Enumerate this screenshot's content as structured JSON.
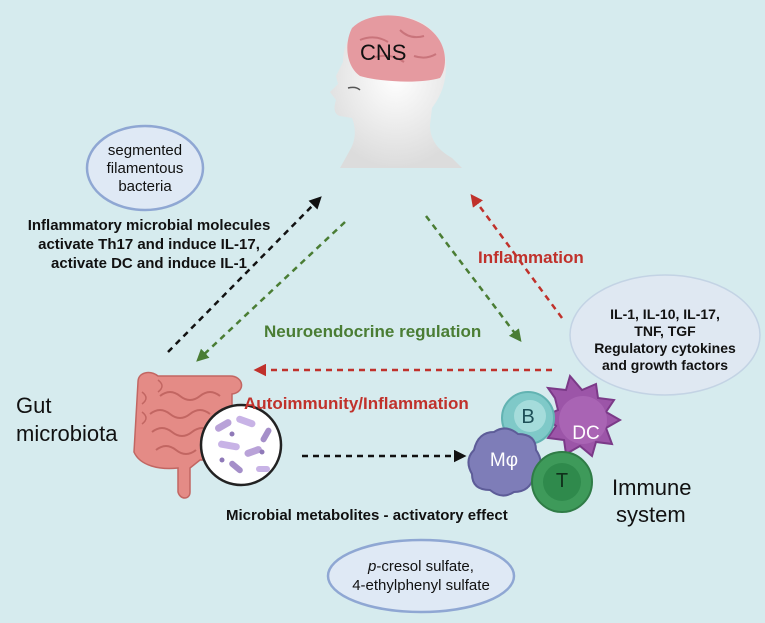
{
  "cns": {
    "label": "CNS"
  },
  "bacteria_bubble": {
    "line1": "segmented",
    "line2": "filamentous",
    "line3": "bacteria"
  },
  "inflammatory_text": {
    "line1": "Inflammatory microbial molecules",
    "line2": "activate Th17 and induce IL-17,",
    "line3": "activate DC and induce IL-1"
  },
  "gut": {
    "line1": "Gut",
    "line2": "microbiota"
  },
  "neuroendocrine": {
    "label": "Neuroendocrine regulation"
  },
  "inflammation": {
    "label": "Inflammation"
  },
  "cytokines_bubble": {
    "line1": "IL-1, IL-10, IL-17,",
    "line2": "TNF, TGF",
    "line3": "Regulatory cytokines",
    "line4": "and growth factors"
  },
  "autoimmunity": {
    "label": "Autoimmunity/Inflammation"
  },
  "cells": {
    "b": "B",
    "dc": "DC",
    "mphi": "Mφ",
    "t": "T"
  },
  "immune": {
    "line1": "Immune",
    "line2": "system"
  },
  "metabolites": {
    "label": "Microbial metabolites - activatory effect"
  },
  "metabolite_bubble": {
    "line1_italic": "p",
    "line1_rest": "-cresol sulfate,",
    "line2": "4-ethylphenyl sulfate"
  },
  "colors": {
    "background": "#d6ebee",
    "green_arrow": "#4a7d34",
    "red_arrow": "#c0312b",
    "black_arrow": "#111111",
    "brain": "#e59aa0",
    "head": "#f1f1f1"
  }
}
